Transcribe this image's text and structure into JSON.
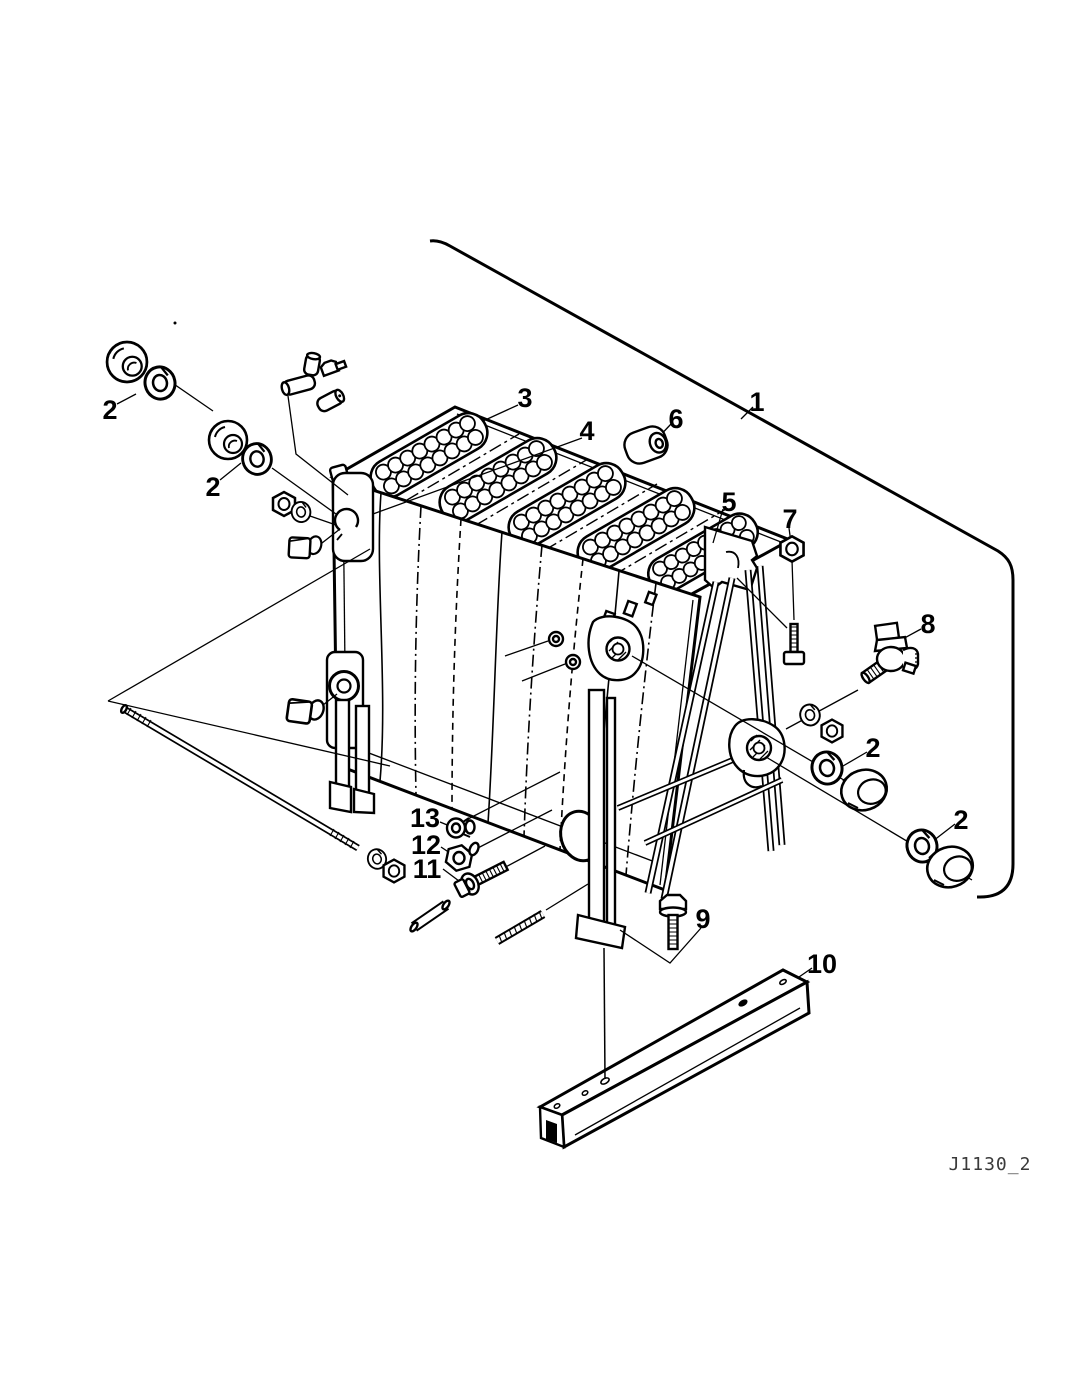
{
  "figure": {
    "type": "exploded-parts-diagram",
    "drawing_code": "J1130_2",
    "colors": {
      "line": "#000000",
      "background": "#ffffff",
      "code_text": "#3a3a3a"
    },
    "callouts": {
      "c1": "1",
      "c2a": "2",
      "c2b": "2",
      "c2c": "2",
      "c2d": "2",
      "c3": "3",
      "c4": "4",
      "c5": "5",
      "c6": "6",
      "c7": "7",
      "c8": "8",
      "c9": "9",
      "c10": "10",
      "c11": "11",
      "c12": "12",
      "c13": "13"
    }
  }
}
